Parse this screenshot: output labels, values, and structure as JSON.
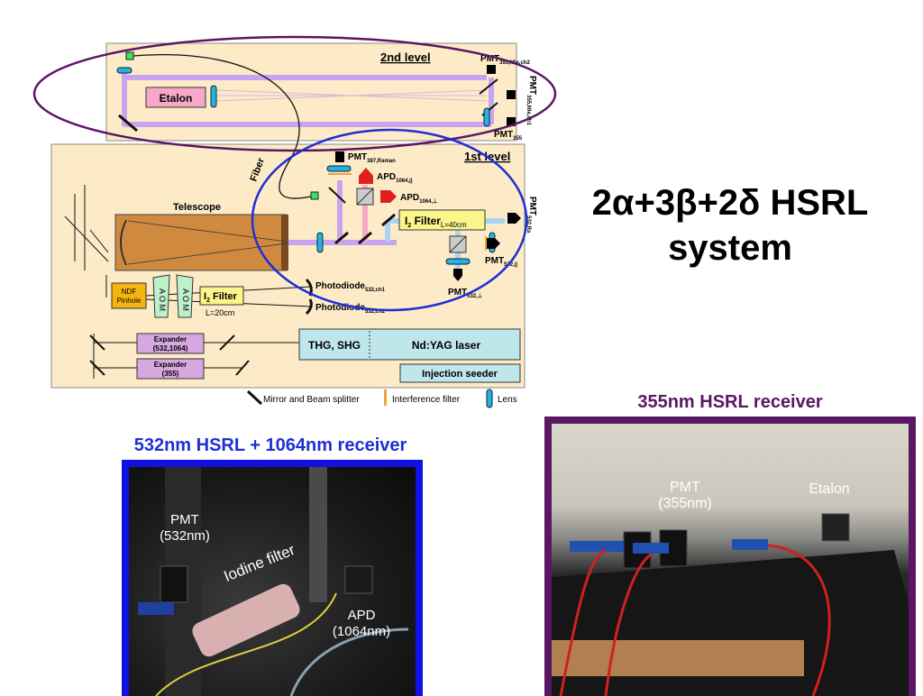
{
  "title": {
    "line1": "2α+3β+2δ HSRL",
    "line2": "system"
  },
  "diagram": {
    "level2": "2nd level",
    "level1": "1st level",
    "etalon": "Etalon",
    "fiber": "Fiber",
    "telescope": "Telescope",
    "pmt355mie2": "PMT",
    "pmt355mie2_sub": "355,Mie,ch2",
    "pmt355mie1": "PMT",
    "pmt355mie1_sub": "355,Mie,ch1",
    "pmt355": "PMT",
    "pmt355_sub": "355",
    "pmt387": "PMT",
    "pmt387_sub": "387,Raman",
    "apd1064p": "APD",
    "apd1064p_sub": "1064,||",
    "apd1064s": "APD",
    "apd1064s_sub": "1064,⊥",
    "i2filter40": "I",
    "i2filter40_sub": "2",
    "i2filter40_text": " Filter",
    "i2filter40_len": "L=40cm",
    "pmt532rs": "PMT",
    "pmt532rs_sub": "532,Rs",
    "pmt532p": "PMT",
    "pmt532p_sub": "532,||",
    "pmt532s": "PMT",
    "pmt532s_sub": "532,⊥",
    "ndf": "NDF",
    "pinhole": "Pinhole",
    "aom1": "A O M",
    "aom2": "A O M",
    "i2filter20_text": " Filter",
    "i2filter20_len": "L=20cm",
    "pd1": "Photodiode",
    "pd1_sub": "532,ch1",
    "pd2": "Photodiode",
    "pd2_sub": "532,ch2",
    "expander1a": "Expander",
    "expander1b": "(532,1064)",
    "expander2a": "Expander",
    "expander2b": "(355)",
    "thg": "THG, SHG",
    "ndyag": "Nd:YAG laser",
    "seeder": "Injection seeder",
    "legend_mirror": "Mirror and Beam splitter",
    "legend_filter": "Interference filter",
    "legend_lens": "Lens"
  },
  "captions": {
    "left": "532nm HSRL + 1064nm receiver",
    "right": "355nm HSRL receiver"
  },
  "photo_left_labels": {
    "pmt": "PMT",
    "pmt_nm": "(532nm)",
    "iodine": "Iodine filter",
    "apd": "APD",
    "apd_nm": "(1064nm)"
  },
  "photo_right_labels": {
    "pmt": "PMT",
    "pmt_nm": "(355nm)",
    "etalon": "Etalon"
  },
  "colors": {
    "panel": "#fdebc8",
    "beam_purple": "#c8a3f0",
    "beam_pink": "#f7a8c8",
    "beam_blue": "#a9d4f2",
    "ellipse_purple": "#5a1763",
    "ellipse_blue": "#1f2fd6"
  }
}
